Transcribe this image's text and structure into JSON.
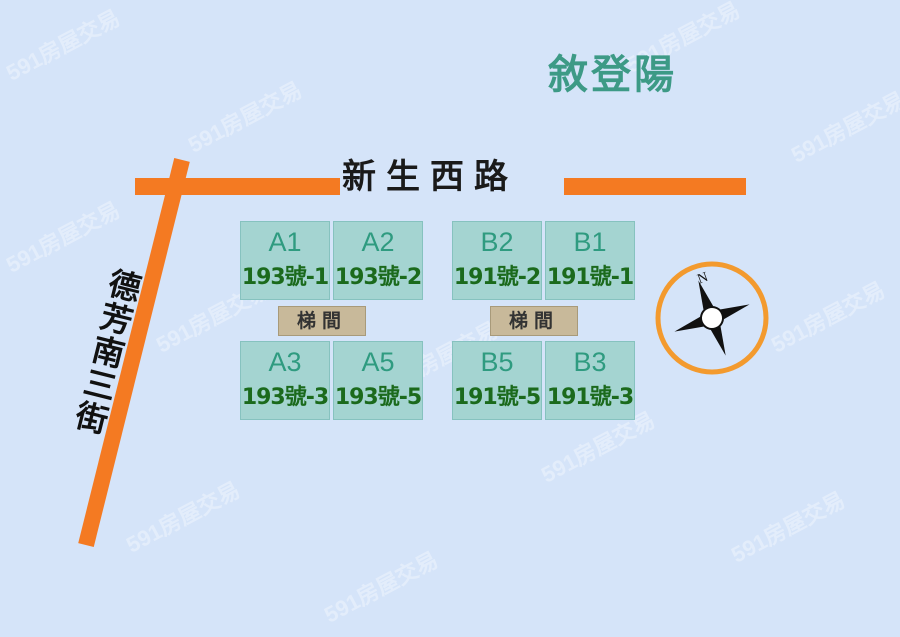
{
  "brand": "敘登陽",
  "roads": {
    "horizontal": "新生西路",
    "diagonal": "德芳南三街"
  },
  "units": [
    {
      "code": "A1",
      "number": "193號-1"
    },
    {
      "code": "A2",
      "number": "193號-2"
    },
    {
      "code": "B2",
      "number": "191號-2"
    },
    {
      "code": "B1",
      "number": "191號-1"
    },
    {
      "code": "A3",
      "number": "193號-3"
    },
    {
      "code": "A5",
      "number": "193號-5"
    },
    {
      "code": "B5",
      "number": "191號-5"
    },
    {
      "code": "B3",
      "number": "191號-3"
    }
  ],
  "stairs": [
    "梯間",
    "梯間"
  ],
  "compass": {
    "north_label": "N"
  },
  "watermark": "591房屋交易",
  "colors": {
    "background": "#d5e4f9",
    "road": "#f47a22",
    "unit": "#a4d4d1",
    "stair": "#c8b99a",
    "brand": "#3d9a86"
  }
}
